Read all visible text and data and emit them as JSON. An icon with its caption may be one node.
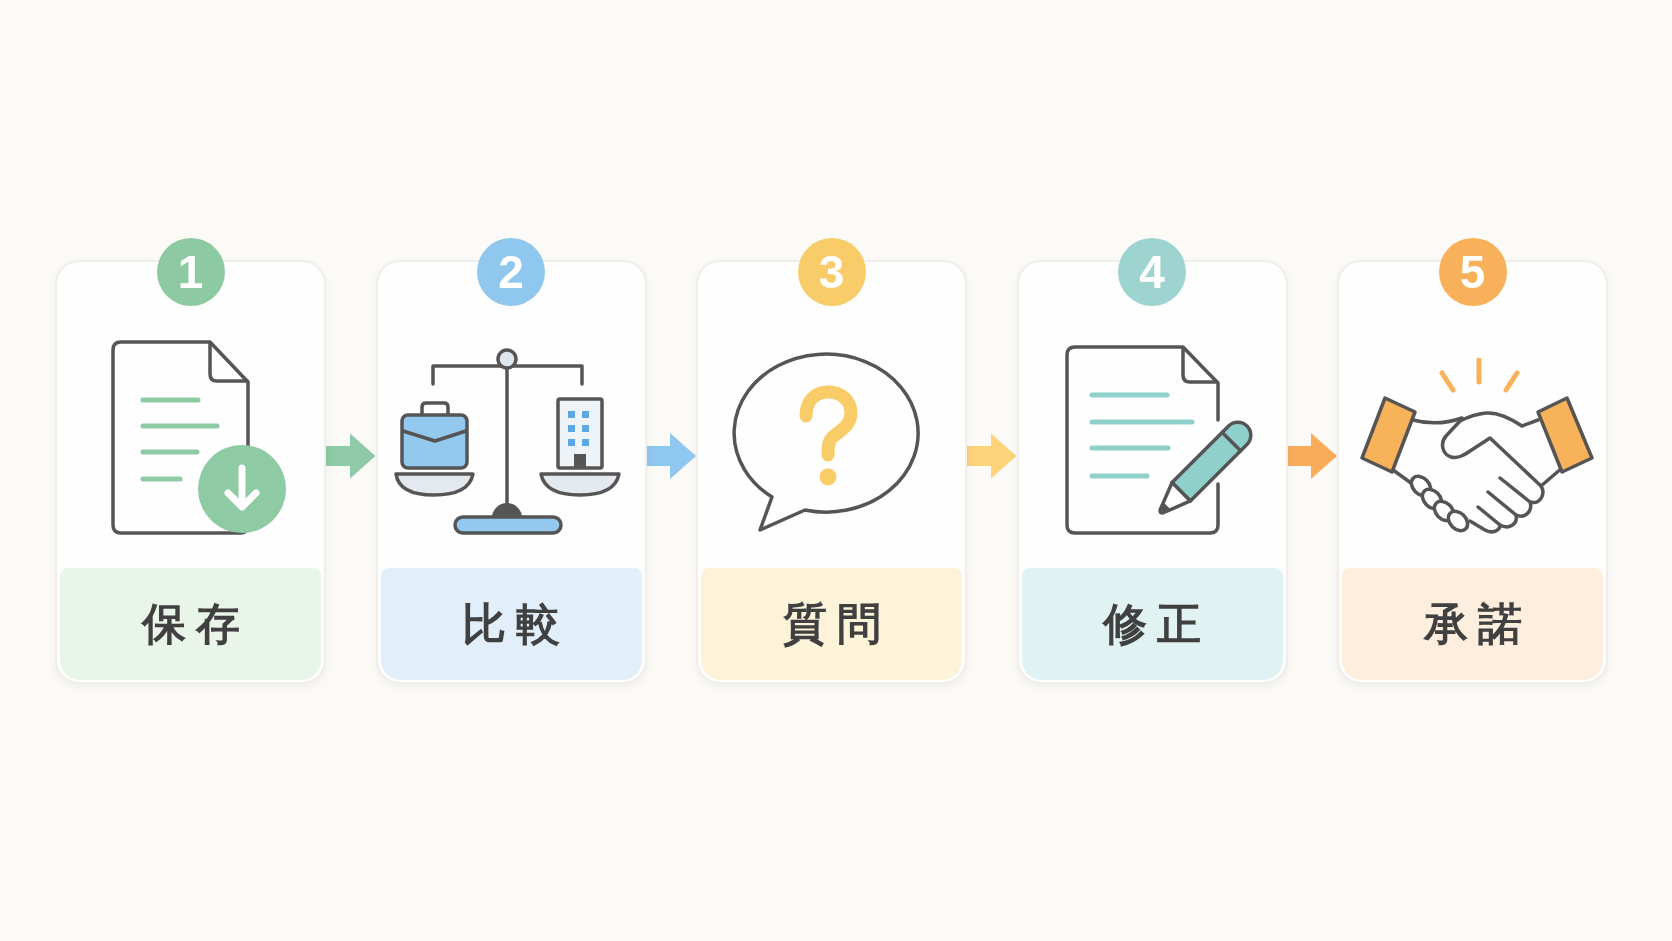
{
  "diagram": {
    "nodes": [
      {
        "text": [
          "1"
        ]
      },
      {
        "text": [],
        "shape": "box"
      },
      {
        "text": [
          "保存"
        ],
        "in": 1
      },
      {
        "text": [
          "2"
        ]
      },
      {
        "text": [],
        "shape": "box"
      },
      {
        "text": [
          "比較"
        ],
        "in": 4
      },
      {
        "text": [
          "3"
        ]
      },
      {
        "text": [],
        "shape": "box"
      },
      {
        "text": [
          "質問"
        ],
        "in": 7
      },
      {
        "text": [
          "4"
        ]
      },
      {
        "text": [],
        "shape": "box"
      },
      {
        "text": [
          "修正"
        ],
        "in": 10
      },
      {
        "text": [
          "5"
        ]
      },
      {
        "text": [],
        "shape": "box"
      },
      {
        "text": [
          "承諾"
        ],
        "in": 13
      }
    ],
    "edges": [
      {
        "from": 1,
        "to": 4,
        "arrow": "to",
        "color": "#8ecaa5"
      },
      {
        "from": 4,
        "to": 7,
        "arrow": "to",
        "color": "#8ec7ef"
      },
      {
        "from": 7,
        "to": 10,
        "arrow": "to",
        "color": "#fcd27b"
      },
      {
        "from": 10,
        "to": 13,
        "arrow": "to",
        "color": "#f9ad5b"
      }
    ]
  }
}
